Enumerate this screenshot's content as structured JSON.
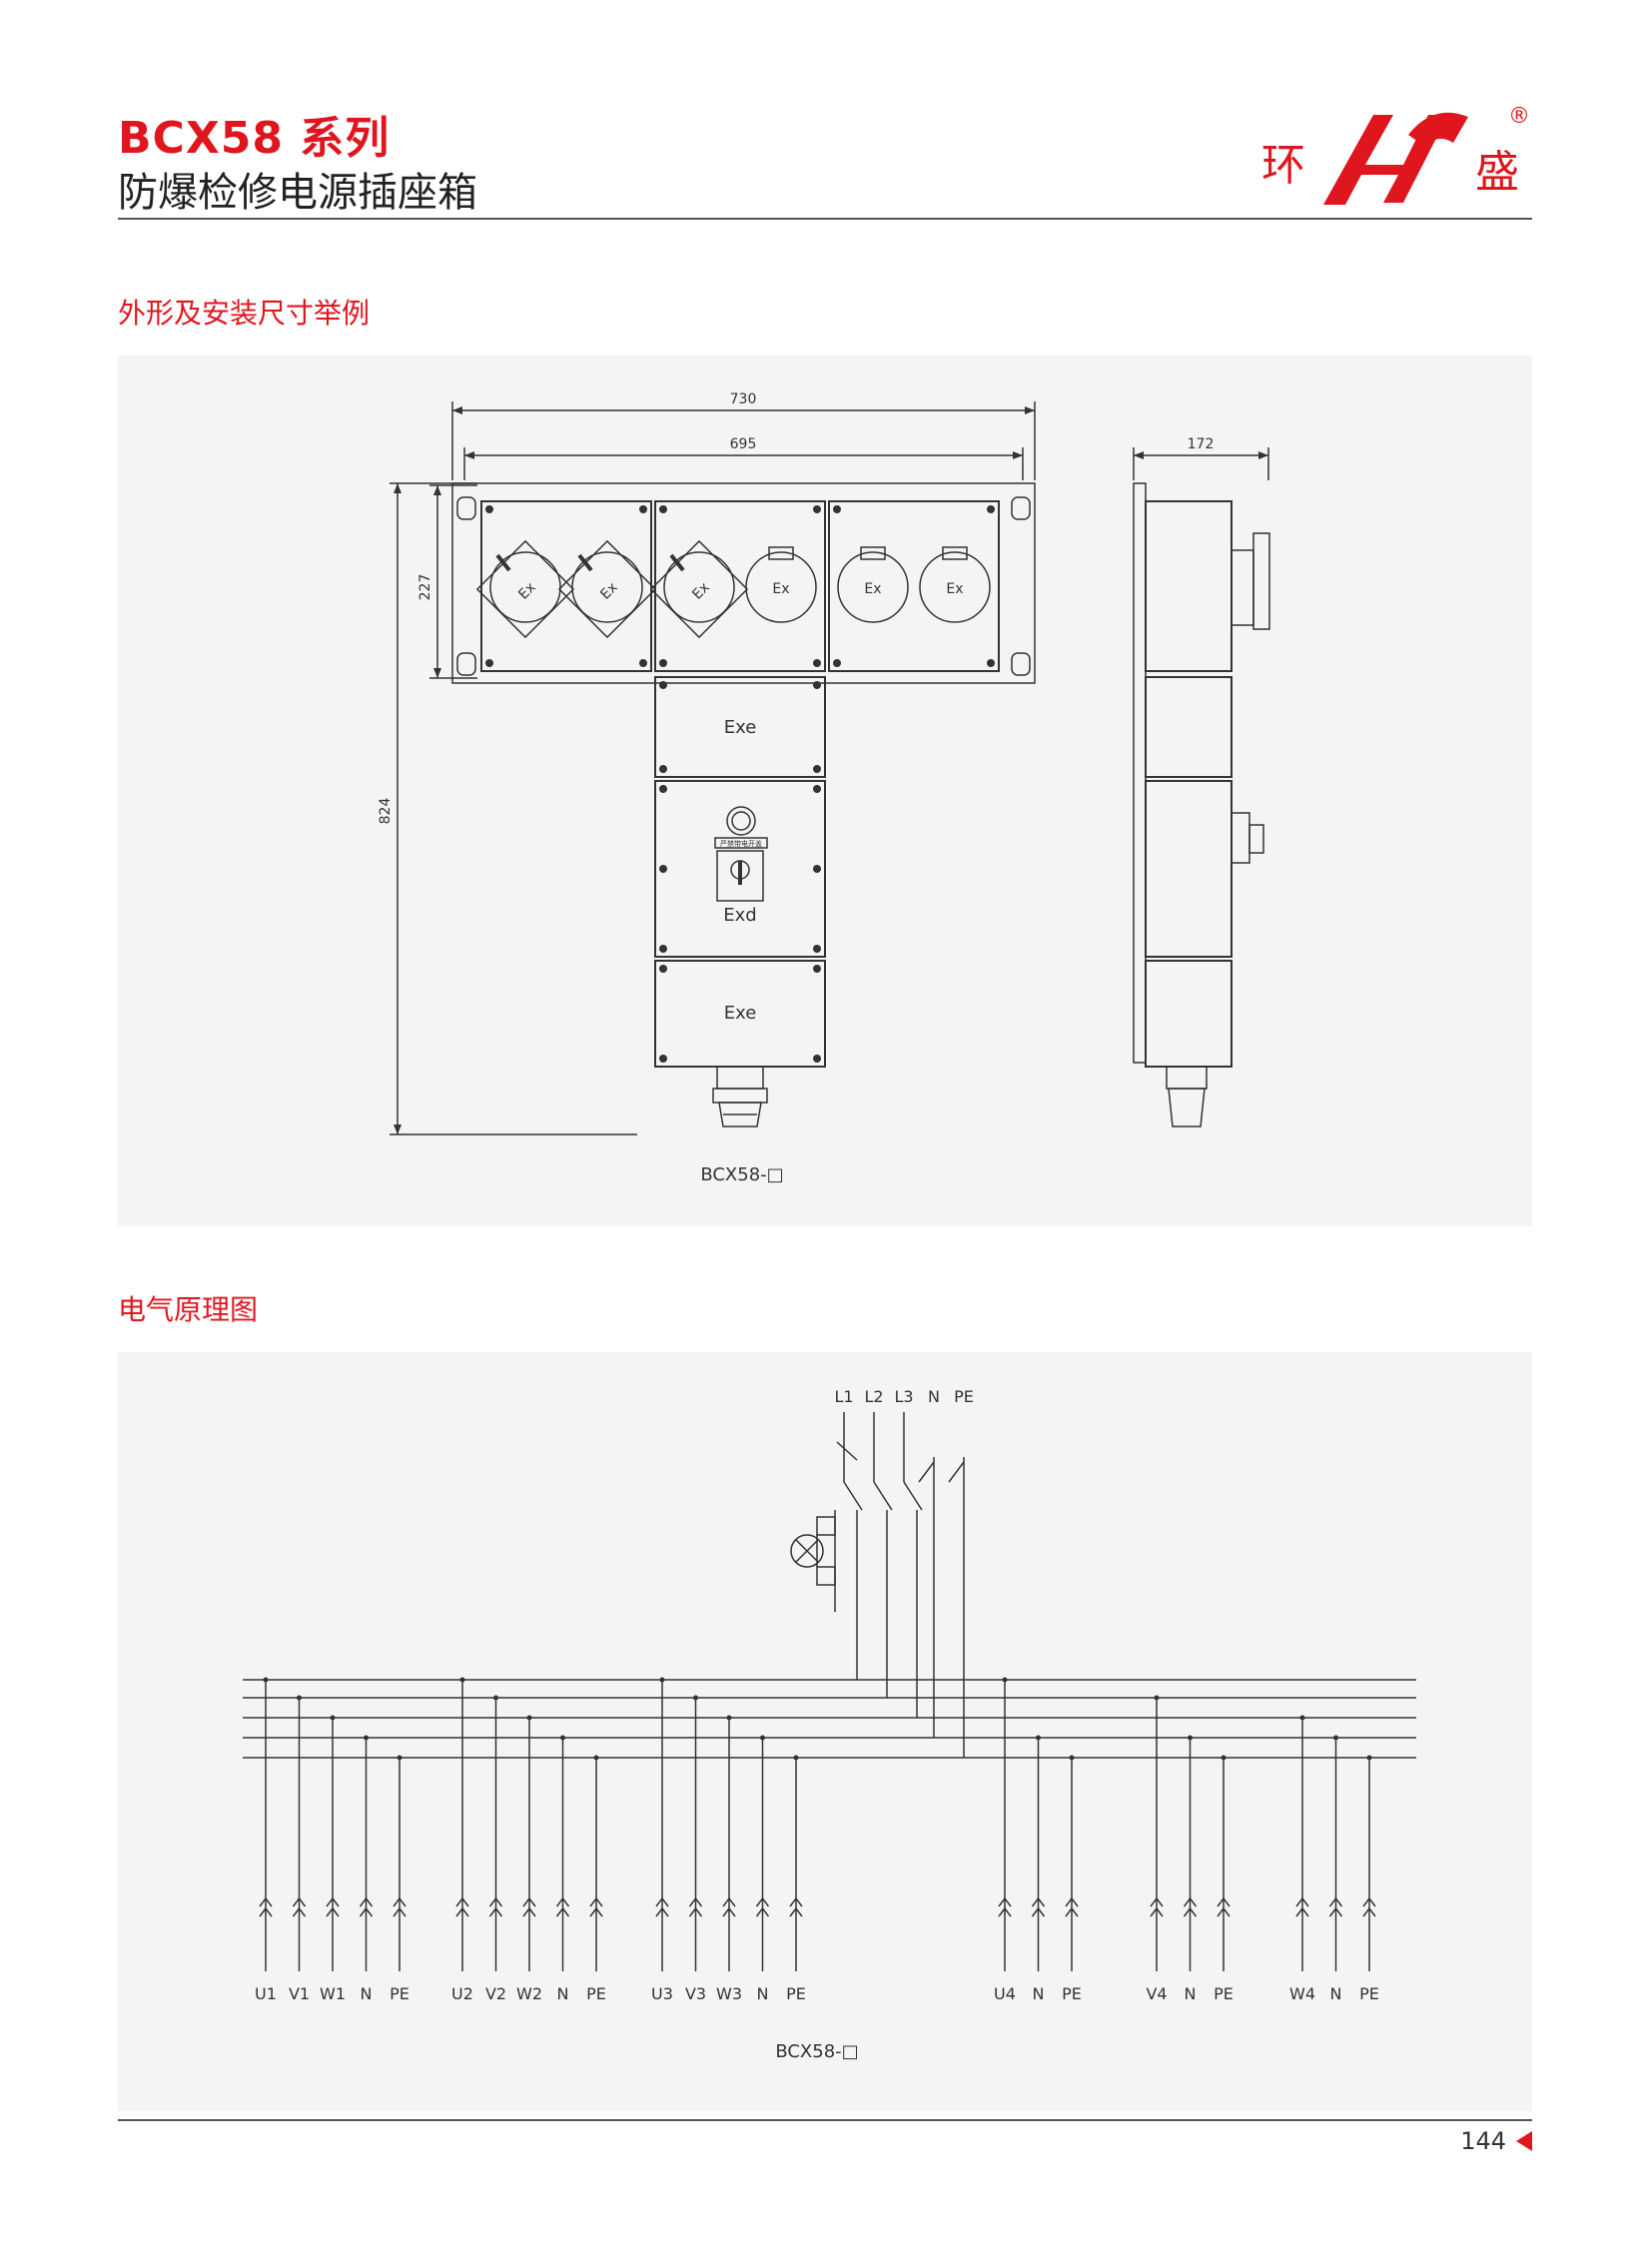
{
  "header": {
    "series_title": "BCX58 系列",
    "product_name": "防爆检修电源插座箱",
    "brand_left": "环",
    "brand_right": "盛",
    "registered": "®"
  },
  "section_dimensions": {
    "title": "外形及安装尺寸举例",
    "dim_730": "730",
    "dim_695": "695",
    "dim_172": "172",
    "dim_227": "227",
    "dim_824": "824",
    "socket_label": "Ex",
    "box_exe_top": "Exe",
    "box_exd": "Exd",
    "box_exe_bottom": "Exe",
    "warning_label": "严禁带电开盖",
    "model": "BCX58-□"
  },
  "section_schematic": {
    "title": "电气原理图",
    "inputs": [
      "L1",
      "L2",
      "L3",
      "N",
      "PE"
    ],
    "groups": [
      [
        "U1",
        "V1",
        "W1",
        "N",
        "PE"
      ],
      [
        "U2",
        "V2",
        "W2",
        "N",
        "PE"
      ],
      [
        "U3",
        "V3",
        "W3",
        "N",
        "PE"
      ],
      [
        "U4",
        "N",
        "PE"
      ],
      [
        "V4",
        "N",
        "PE"
      ],
      [
        "W4",
        "N",
        "PE"
      ]
    ],
    "model": "BCX58-□"
  },
  "footer": {
    "page_number": "144"
  }
}
